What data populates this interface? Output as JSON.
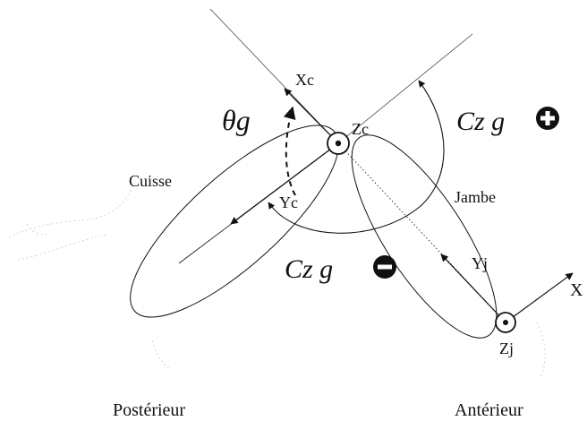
{
  "labels": {
    "theta": "θg",
    "cz_pos": "Cz g",
    "cz_neg": "Cz g",
    "zc": "Zc",
    "xc": "Xc",
    "yc": "Yc",
    "yj": "Yj",
    "zj": "Zj",
    "x": "X",
    "cuisse": "Cuisse",
    "jambe": "Jambe",
    "posterieur": "Postérieur",
    "anterieur": "Antérieur"
  },
  "signs": {
    "plus": "+",
    "minus": "−"
  },
  "colors": {
    "ink": "#111111",
    "sketch": "#bdbdbd",
    "background": "#ffffff"
  }
}
